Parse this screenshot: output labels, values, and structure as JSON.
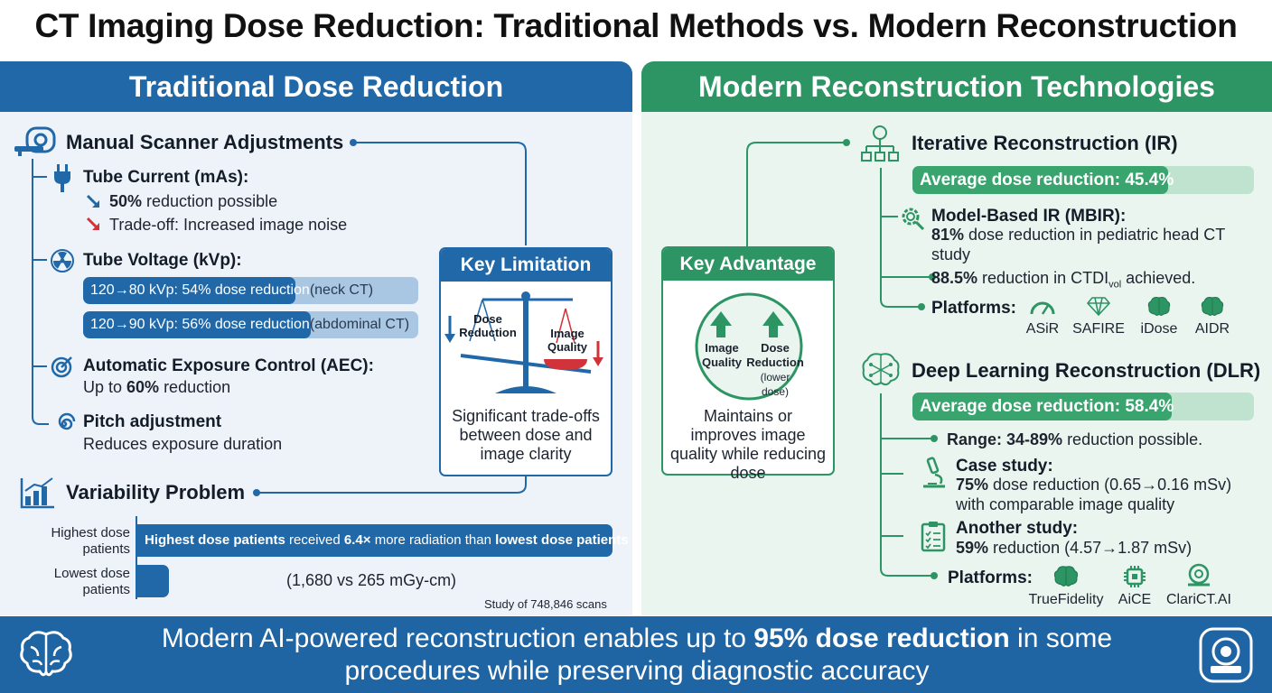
{
  "title": "CT Imaging Dose Reduction: Traditional Methods vs. Modern Reconstruction",
  "left": {
    "header": "Traditional Dose Reduction",
    "manual": {
      "heading": "Manual Scanner Adjustments",
      "tube_current": {
        "heading": "Tube Current (mAs):",
        "line1_bold": "50%",
        "line1_rest": " reduction possible",
        "line2": "Trade-off: Increased image noise"
      },
      "tube_voltage": {
        "heading": "Tube Voltage (kVp):",
        "bar1_bold": "120→80 kVp: 54% dose reduction",
        "bar1_rest": " (neck CT)",
        "bar1_value": 54,
        "bar2_bold": "120→90 kVp: 56% dose reduction",
        "bar2_rest": " (abdominal CT)",
        "bar2_value": 56
      },
      "aec": {
        "heading": "Automatic Exposure Control (AEC):",
        "line_pre": "Up to ",
        "line_bold": "60%",
        "line_post": " reduction"
      },
      "pitch": {
        "heading": "Pitch adjustment",
        "line": "Reduces exposure duration"
      }
    },
    "limitation": {
      "heading": "Key Limitation",
      "scale_left": "Dose Reduction",
      "scale_right": "Image Quality",
      "text": "Significant trade-offs between dose and image clarity"
    },
    "variability": {
      "heading": "Variability Problem",
      "highest_label": "Highest dose patients",
      "lowest_label": "Lowest dose patients",
      "bar_text_b1": "Highest dose patients",
      "bar_text_m1": " received ",
      "bar_text_b2": "6.4×",
      "bar_text_m2": " more radiation than ",
      "bar_text_b3": "lowest dose patients",
      "values_text": "(1,680 vs 265 mGy-cm)",
      "highest_value": 1680,
      "lowest_value": 265,
      "note": "Study of 748,846 scans"
    }
  },
  "right": {
    "header": "Modern Reconstruction Technologies",
    "advantage": {
      "heading": "Key Advantage",
      "arrow1": "Image Quality",
      "arrow2_l1": "Dose",
      "arrow2_l2": "Reduction",
      "arrow2_sub": "(lower dose)",
      "text": "Maintains or improves image quality while reducing dose"
    },
    "ir": {
      "heading": "Iterative Reconstruction (IR)",
      "avg_label": "Average dose reduction: 45.4%",
      "avg_value": 45.4,
      "mbir_heading": "Model-Based IR (MBIR):",
      "mbir_bold": "81%",
      "mbir_rest": " dose reduction in pediatric head CT",
      "mbir_rest2": "study",
      "ctdi_bold": "88.5%",
      "ctdi_pre": " reduction in CTDI",
      "ctdi_sub": "vol",
      "ctdi_post": " achieved.",
      "platforms_label": "Platforms:",
      "platforms": [
        "ASiR",
        "SAFIRE",
        "iDose",
        "AIDR"
      ]
    },
    "dlr": {
      "heading": "Deep Learning Reconstruction (DLR)",
      "avg_label": "Average dose reduction: 58.4%",
      "avg_value": 58.4,
      "range_bold": "Range: 34-89%",
      "range_rest": " reduction possible.",
      "case_heading": "Case study:",
      "case_bold": "75%",
      "case_rest": " dose reduction (0.65→0.16 mSv)",
      "case_line2": "with comparable image quality",
      "another_heading": "Another study:",
      "another_bold": "59%",
      "another_rest": " reduction (4.57→1.87 mSv)",
      "platforms_label": "Platforms:",
      "platforms": [
        "TrueFidelity",
        "AiCE",
        "ClariCT.AI"
      ]
    }
  },
  "footer": {
    "pre": "Modern AI-powered reconstruction enables up to ",
    "bold": "95% dose reduction",
    "post": " in some procedures while preserving diagnostic accuracy"
  },
  "colors": {
    "blue": "#2068a8",
    "green": "#2d9464",
    "red": "#d0343a"
  }
}
